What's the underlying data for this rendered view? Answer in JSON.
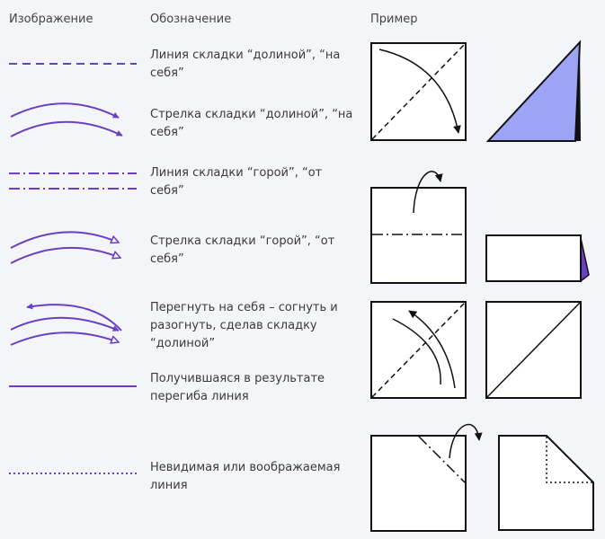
{
  "headers": {
    "image": "Изображение",
    "meaning": "Обозначение",
    "example": "Пример"
  },
  "rows": [
    {
      "label": "Линия складки “долиной”, “на себя”"
    },
    {
      "label": "Стрелка складки “долиной”, “на себя”"
    },
    {
      "label": "Линия складки “горой”, “от себя”"
    },
    {
      "label": "Стрелка складки “горой”, “от себя”"
    },
    {
      "label": "Перегнуть на себя – согнуть и разогнуть, сделав складку “долиной”"
    },
    {
      "label": "Получившаяся в результате перегиба линия"
    },
    {
      "label": "Невидимая или воображаемая линия"
    }
  ],
  "colors": {
    "symbol": "#6a3fc4",
    "paper_fill": "#9ea4f5",
    "outline": "#111111"
  }
}
